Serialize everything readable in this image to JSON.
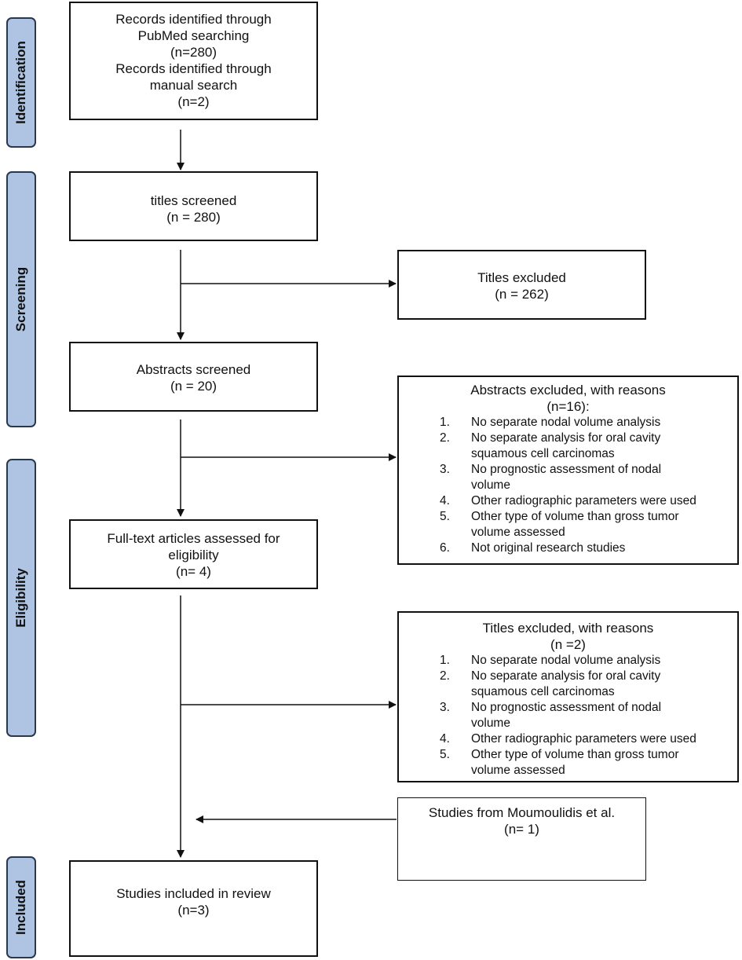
{
  "phases": {
    "identification": "Identification",
    "screening": "Screening",
    "eligibility": "Eligibility",
    "included": "Included"
  },
  "records": {
    "line1": "Records identified through",
    "line2": "PubMed searching",
    "line3": "(n=280)",
    "line4": "Records identified through",
    "line5": "manual search",
    "line6": "(n=2)"
  },
  "titles_screened": {
    "label": "titles screened",
    "count": "(n = 280)"
  },
  "titles_excluded": {
    "label": "Titles excluded",
    "count": "(n = 262)"
  },
  "abstracts_screened": {
    "label": "Abstracts screened",
    "count": "(n = 20)"
  },
  "abstracts_excluded": {
    "label": "Abstracts excluded, with reasons",
    "count": "(n=16):",
    "reasons": [
      {
        "num": "1.",
        "lines": [
          "No separate nodal volume analysis"
        ]
      },
      {
        "num": "2.",
        "lines": [
          "No separate analysis for oral cavity",
          "squamous cell carcinomas"
        ]
      },
      {
        "num": "3.",
        "lines": [
          "No prognostic assessment of nodal",
          "volume"
        ]
      },
      {
        "num": "4.",
        "lines": [
          "Other radiographic parameters were used"
        ]
      },
      {
        "num": "5.",
        "lines": [
          "Other type of volume than gross tumor",
          "volume assessed"
        ]
      },
      {
        "num": "6.",
        "lines": [
          "Not original research studies"
        ]
      }
    ]
  },
  "fulltext": {
    "line1": "Full-text articles assessed for",
    "line2": "eligibility",
    "count": "(n= 4)"
  },
  "titles_excluded_reasons": {
    "label": "Titles excluded, with reasons",
    "count": "(n =2)",
    "reasons": [
      {
        "num": "1.",
        "lines": [
          "No separate nodal volume analysis"
        ]
      },
      {
        "num": "2.",
        "lines": [
          "No separate analysis for oral cavity",
          "squamous cell carcinomas"
        ]
      },
      {
        "num": "3.",
        "lines": [
          "No prognostic assessment of nodal",
          "volume"
        ]
      },
      {
        "num": "4.",
        "lines": [
          "Other radiographic parameters were used"
        ]
      },
      {
        "num": "5.",
        "lines": [
          "Other type of volume than gross tumor",
          "volume assessed"
        ]
      }
    ]
  },
  "moumoulidis": {
    "label": "Studies from Moumoulidis et al.",
    "count": "(n= 1)"
  },
  "included": {
    "label": "Studies included in review",
    "count": "(n=3)"
  }
}
